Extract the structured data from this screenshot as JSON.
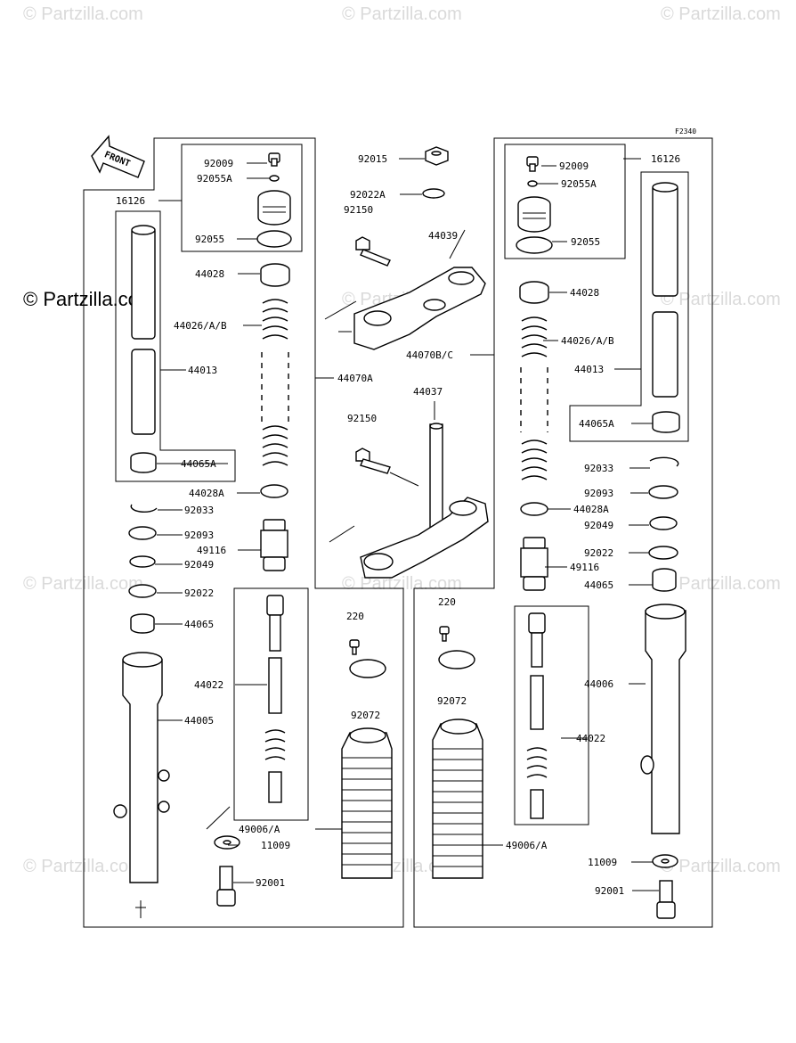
{
  "watermark": "© Partzilla.com",
  "figure_code": "F2340",
  "front_label": "FRONT",
  "labels": {
    "l16126": "16126",
    "l92009": "92009",
    "l92055A": "92055A",
    "l92055": "92055",
    "l44028": "44028",
    "l44026": "44026/A/B",
    "l44013": "44013",
    "l44065A": "44065A",
    "l44028A": "44028A",
    "l92033": "92033",
    "l92093": "92093",
    "l49116": "49116",
    "l92049": "92049",
    "l92022": "92022",
    "l44065": "44065",
    "l44022": "44022",
    "l44005": "44005",
    "l11009": "11009",
    "l92001": "92001",
    "l49006": "49006/A",
    "l44070A": "44070A",
    "m92015": "92015",
    "m92022A": "92022A",
    "m92150a": "92150",
    "m44039": "44039",
    "m44070BC": "44070B/C",
    "m44037": "44037",
    "m92150b": "92150",
    "m220a": "220",
    "m92072a": "92072",
    "m220b": "220",
    "m92072b": "92072",
    "r16126": "16126",
    "r92009": "92009",
    "r92055A": "92055A",
    "r92055": "92055",
    "r44028": "44028",
    "r44026": "44026/A/B",
    "r44013": "44013",
    "r44065A": "44065A",
    "r92033": "92033",
    "r92093": "92093",
    "r44028A": "44028A",
    "r92049": "92049",
    "r92022": "92022",
    "r49116": "49116",
    "r44065": "44065",
    "r44006": "44006",
    "r44022": "44022",
    "r49006": "49006/A",
    "r11009": "11009",
    "r92001": "92001"
  }
}
